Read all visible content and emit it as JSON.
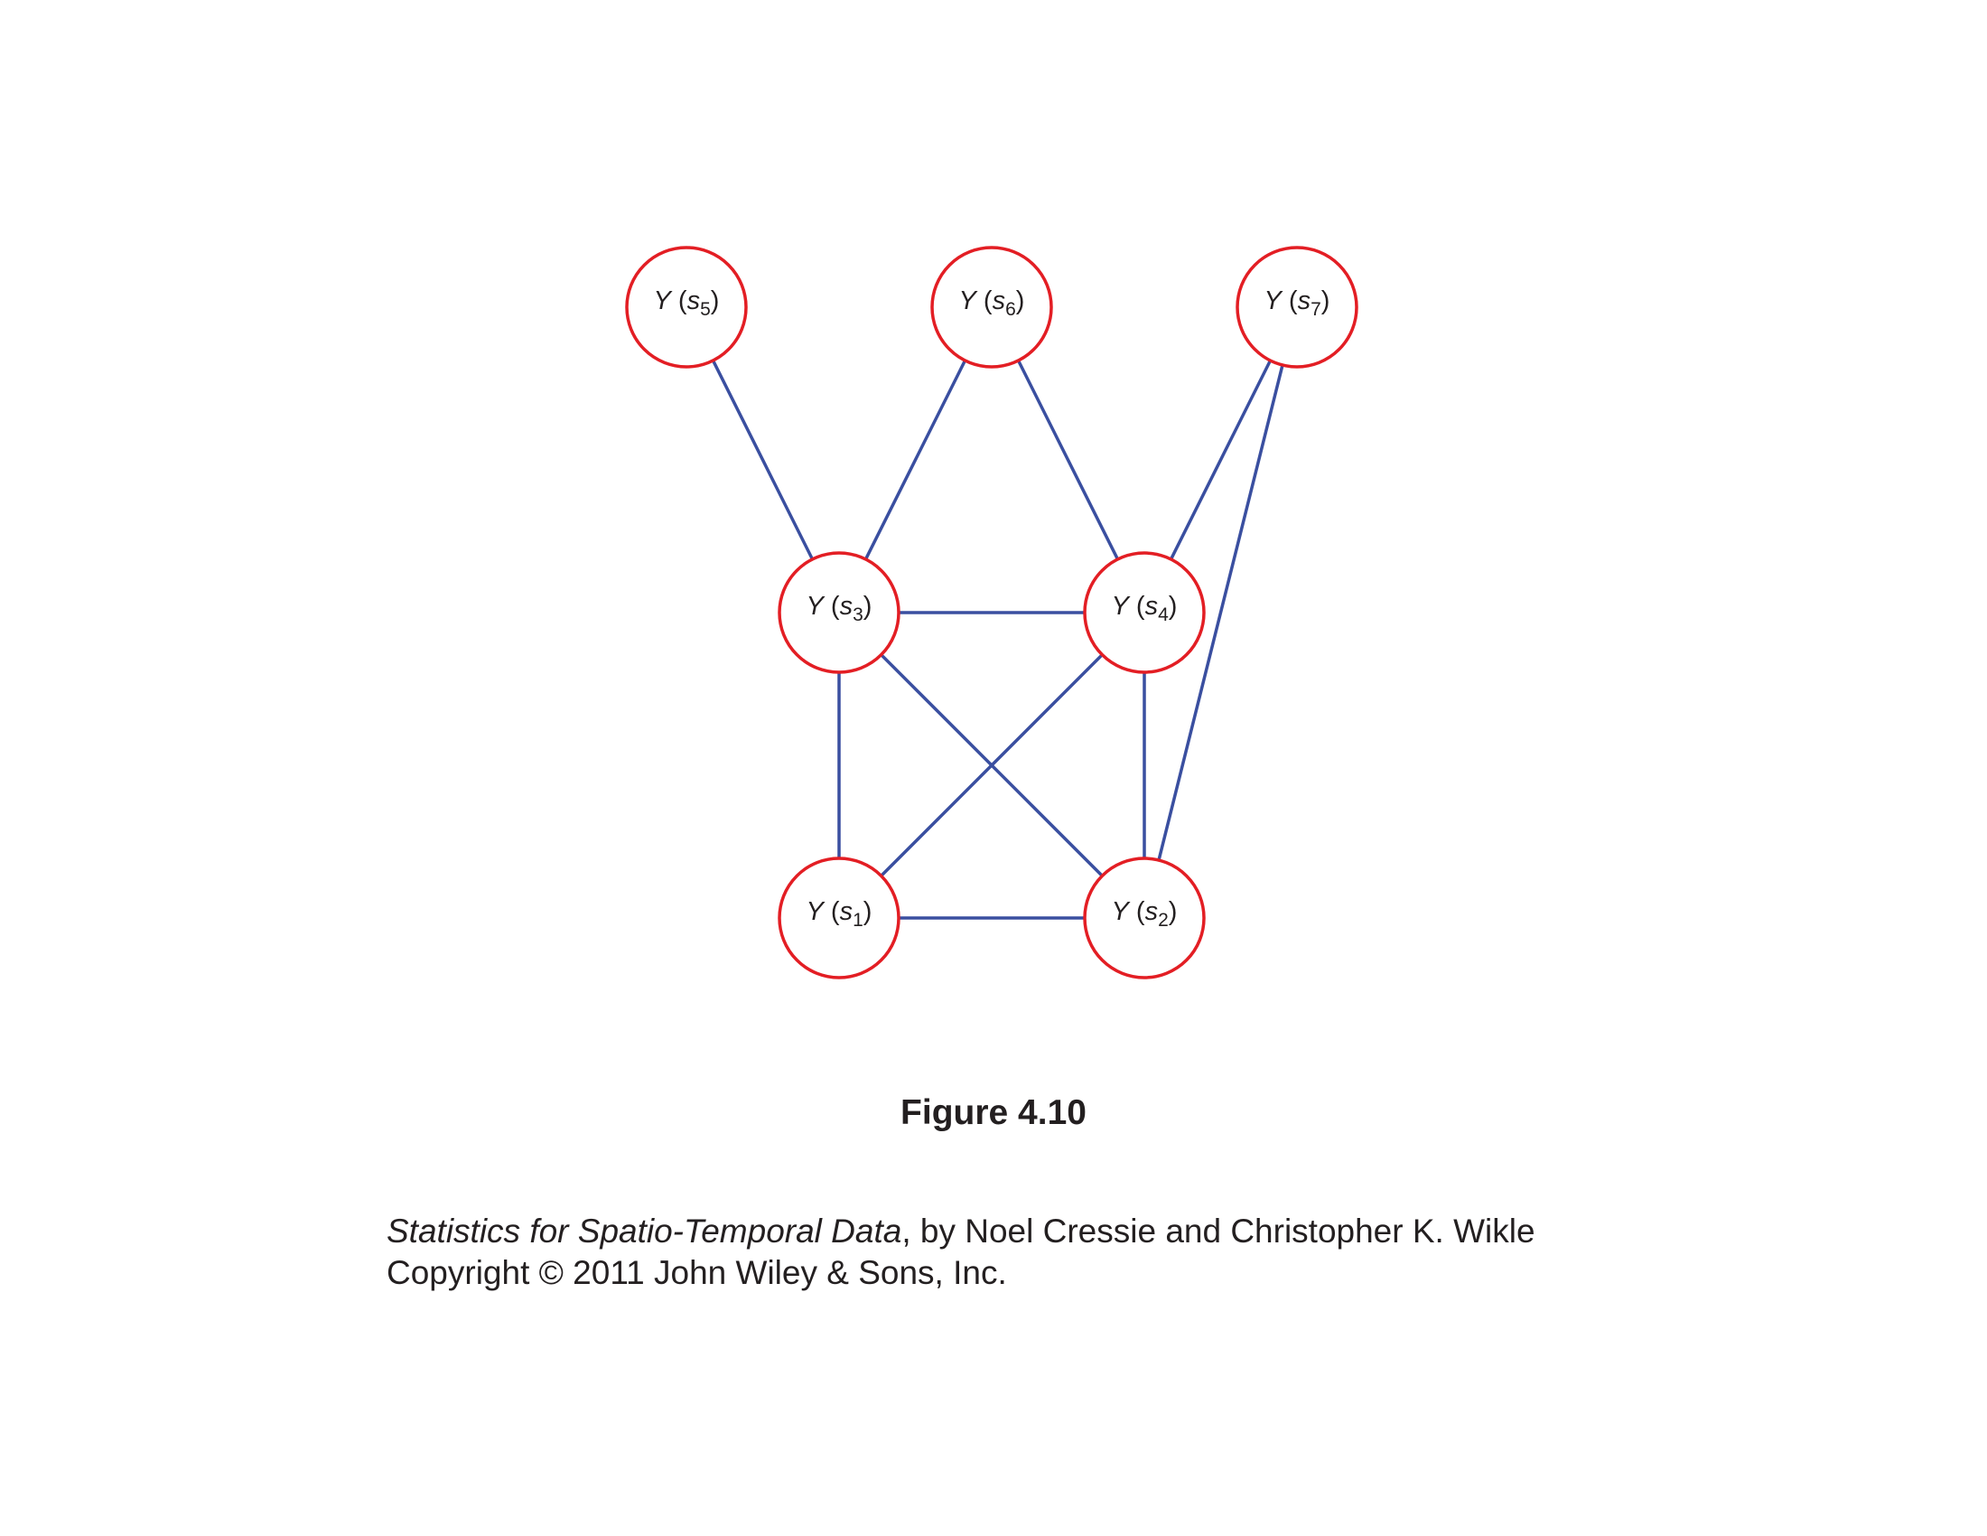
{
  "nodes": [
    {
      "id": "s1",
      "func": "Y",
      "var": "s",
      "sub": "1"
    },
    {
      "id": "s2",
      "func": "Y",
      "var": "s",
      "sub": "2"
    },
    {
      "id": "s3",
      "func": "Y",
      "var": "s",
      "sub": "3"
    },
    {
      "id": "s4",
      "func": "Y",
      "var": "s",
      "sub": "4"
    },
    {
      "id": "s5",
      "func": "Y",
      "var": "s",
      "sub": "5"
    },
    {
      "id": "s6",
      "func": "Y",
      "var": "s",
      "sub": "6"
    },
    {
      "id": "s7",
      "func": "Y",
      "var": "s",
      "sub": "7"
    }
  ],
  "edges": [
    [
      "s5",
      "s3"
    ],
    [
      "s6",
      "s3"
    ],
    [
      "s6",
      "s4"
    ],
    [
      "s7",
      "s4"
    ],
    [
      "s7",
      "s2"
    ],
    [
      "s3",
      "s4"
    ],
    [
      "s3",
      "s1"
    ],
    [
      "s3",
      "s2"
    ],
    [
      "s4",
      "s1"
    ],
    [
      "s4",
      "s2"
    ],
    [
      "s1",
      "s2"
    ]
  ],
  "colors": {
    "node_stroke": "#e31e24",
    "edge": "#3a4fa0",
    "text": "#231f20"
  },
  "figure_title": "Figure 4.10",
  "citation": {
    "book_title": "Statistics for Spatio-Temporal Data",
    "authors": ", by Noel Cressie and Christopher K. Wikle",
    "copyright": "Copyright © 2011 John Wiley & Sons, Inc."
  }
}
